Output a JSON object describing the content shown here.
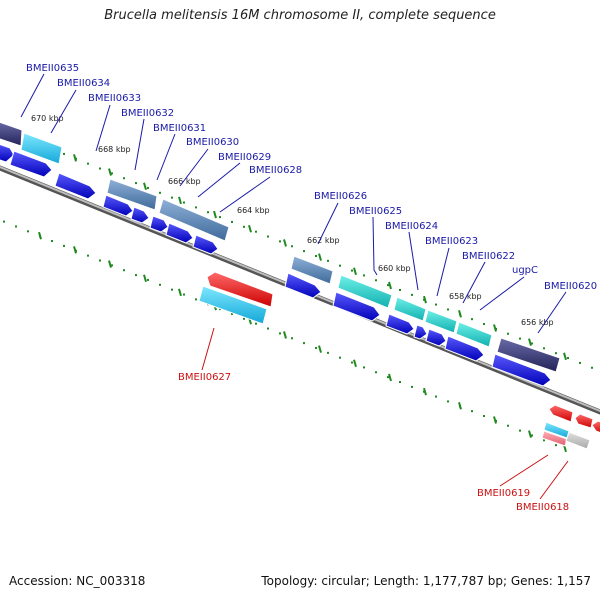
{
  "title": "Brucella melitensis 16M chromosome II, complete sequence",
  "footer": {
    "accession": "Accession: NC_003318",
    "summary": "Topology: circular; Length: 1,177,787 bp; Genes: 1,157"
  },
  "colors": {
    "gene_label_forward": "#1a1aa8",
    "gene_label_reverse": "#cc1111",
    "backbone": "#888888",
    "tick": "#1f8a1f",
    "cds_forward": "#1010dd",
    "cds_reverse": "#ee1111"
  },
  "scale_labels": [
    "670 kbp",
    "668 kbp",
    "666 kbp",
    "664 kbp",
    "662 kbp",
    "660 kbp",
    "658 kbp",
    "656 kbp"
  ],
  "genes_top": [
    "BMEII0635",
    "BMEII0634",
    "BMEII0633",
    "BMEII0632",
    "BMEII0631",
    "BMEII0630",
    "BMEII0629",
    "BMEII0628",
    "BMEII0626",
    "BMEII0625",
    "BMEII0624",
    "BMEII0623",
    "BMEII0622",
    "ugpC",
    "BMEII0620"
  ],
  "genes_bottom": [
    "BMEII0627",
    "BMEII0619",
    "BMEII0618"
  ]
}
